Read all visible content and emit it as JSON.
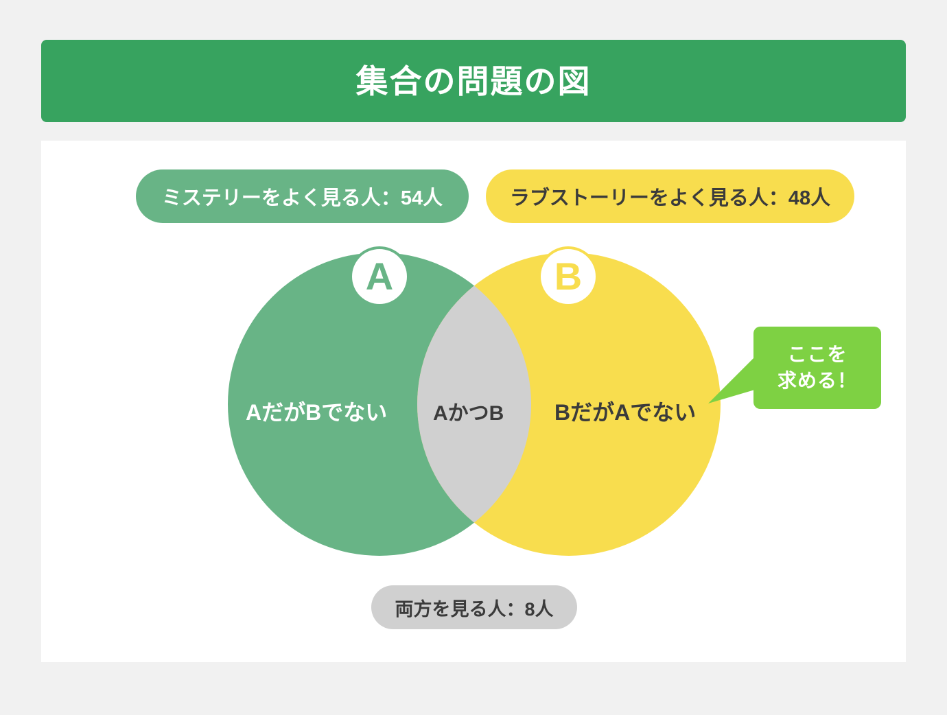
{
  "page": {
    "background_color": "#f1f1f1",
    "panel_color": "#ffffff"
  },
  "header": {
    "title": "集合の問題の図",
    "background_color": "#37a35f",
    "text_color": "#ffffff"
  },
  "legend": {
    "set_a_pill": {
      "label": "ミステリーをよく見る人：54人",
      "background_color": "#68b486",
      "text_color": "#ffffff"
    },
    "set_b_pill": {
      "label": "ラブストーリーをよく見る人：48人",
      "background_color": "#f8dd4e",
      "text_color": "#3b3b3b"
    },
    "both_pill": {
      "label": "両方を見る人：8人",
      "background_color": "#d0d0d0",
      "text_color": "#3b3b3b"
    }
  },
  "venn": {
    "badge_a": "A",
    "badge_b": "B",
    "region_a_only": "AだがBでない",
    "region_intersection": "AかつB",
    "region_b_only": "BだがAでない",
    "circle_a_color": "#68b486",
    "circle_b_color": "#f8dd4e",
    "intersection_color": "#d0d0d0"
  },
  "callout": {
    "line1": "ここを",
    "line2": "求める！",
    "background_color": "#7ed143",
    "text_color": "#ffffff"
  },
  "chart_data": {
    "type": "venn",
    "title": "集合の問題の図",
    "sets": [
      {
        "id": "A",
        "name": "ミステリーをよく見る人",
        "value": 54,
        "unit": "人",
        "color": "#68b486",
        "region_label": "AだがBでない"
      },
      {
        "id": "B",
        "name": "ラブストーリーをよく見る人",
        "value": 48,
        "unit": "人",
        "color": "#f8dd4e",
        "region_label": "BだがAでない"
      }
    ],
    "intersection": {
      "id": "A∩B",
      "name": "両方を見る人",
      "value": 8,
      "unit": "人",
      "color": "#d0d0d0",
      "region_label": "AかつB"
    },
    "annotation": {
      "text": "ここを求める！",
      "points_to": "B だが A でない",
      "color": "#7ed143"
    }
  }
}
